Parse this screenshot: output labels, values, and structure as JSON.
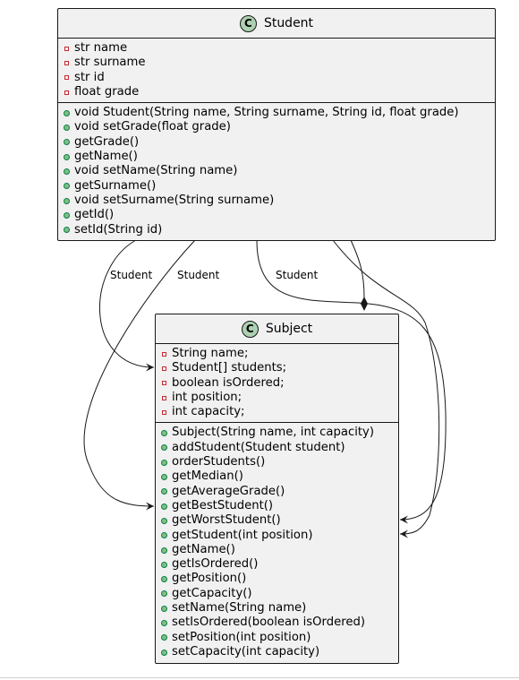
{
  "classes": [
    {
      "id": "student",
      "stereotype_letter": "C",
      "name": "Student",
      "attributes": [
        {
          "visibility": "private",
          "text": "str name"
        },
        {
          "visibility": "private",
          "text": "str surname"
        },
        {
          "visibility": "private",
          "text": "str id"
        },
        {
          "visibility": "private",
          "text": "float grade"
        }
      ],
      "methods": [
        {
          "visibility": "public",
          "text": "void Student(String name, String surname, String id, float grade)"
        },
        {
          "visibility": "public",
          "text": "void setGrade(float grade)"
        },
        {
          "visibility": "public",
          "text": "getGrade()"
        },
        {
          "visibility": "public",
          "text": "getName()"
        },
        {
          "visibility": "public",
          "text": "void setName(String name)"
        },
        {
          "visibility": "public",
          "text": "getSurname()"
        },
        {
          "visibility": "public",
          "text": "void setSurname(String surname)"
        },
        {
          "visibility": "public",
          "text": "getId()"
        },
        {
          "visibility": "public",
          "text": "setId(String id)"
        }
      ]
    },
    {
      "id": "subject",
      "stereotype_letter": "C",
      "name": "Subject",
      "attributes": [
        {
          "visibility": "private",
          "text": "String name;"
        },
        {
          "visibility": "private",
          "text": "Student[] students;"
        },
        {
          "visibility": "private",
          "text": "boolean isOrdered;"
        },
        {
          "visibility": "private",
          "text": "int position;"
        },
        {
          "visibility": "private",
          "text": "int capacity;"
        }
      ],
      "methods": [
        {
          "visibility": "public",
          "text": "Subject(String name, int capacity)"
        },
        {
          "visibility": "public",
          "text": "addStudent(Student student)"
        },
        {
          "visibility": "public",
          "text": "orderStudents()"
        },
        {
          "visibility": "public",
          "text": "getMedian()"
        },
        {
          "visibility": "public",
          "text": "getAverageGrade()"
        },
        {
          "visibility": "public",
          "text": "getBestStudent()"
        },
        {
          "visibility": "public",
          "text": "getWorstStudent()"
        },
        {
          "visibility": "public",
          "text": "getStudent(int position)"
        },
        {
          "visibility": "public",
          "text": "getName()"
        },
        {
          "visibility": "public",
          "text": "getIsOrdered()"
        },
        {
          "visibility": "public",
          "text": "getPosition()"
        },
        {
          "visibility": "public",
          "text": "getCapacity()"
        },
        {
          "visibility": "public",
          "text": "setName(String name)"
        },
        {
          "visibility": "public",
          "text": "setIsOrdered(boolean isOrdered)"
        },
        {
          "visibility": "public",
          "text": "setPosition(int position)"
        },
        {
          "visibility": "public",
          "text": "setCapacity(int capacity)"
        }
      ]
    }
  ],
  "edges": [
    {
      "from": "student",
      "to": "subject",
      "label": "Student",
      "kind": "dependency"
    },
    {
      "from": "student",
      "to": "subject",
      "label": "Student",
      "kind": "dependency"
    },
    {
      "from": "student",
      "to": "subject",
      "label": "Student",
      "kind": "dependency"
    },
    {
      "from": "student",
      "to": "subject",
      "label": "",
      "kind": "dependency"
    },
    {
      "from": "student",
      "to": "subject",
      "label": "",
      "kind": "composition"
    }
  ],
  "colors": {
    "class_fill": "#f1f1f1",
    "class_icon": "#add1b2",
    "private_marker": "#c82930",
    "public_marker": "#84be84",
    "line": "#181818"
  }
}
